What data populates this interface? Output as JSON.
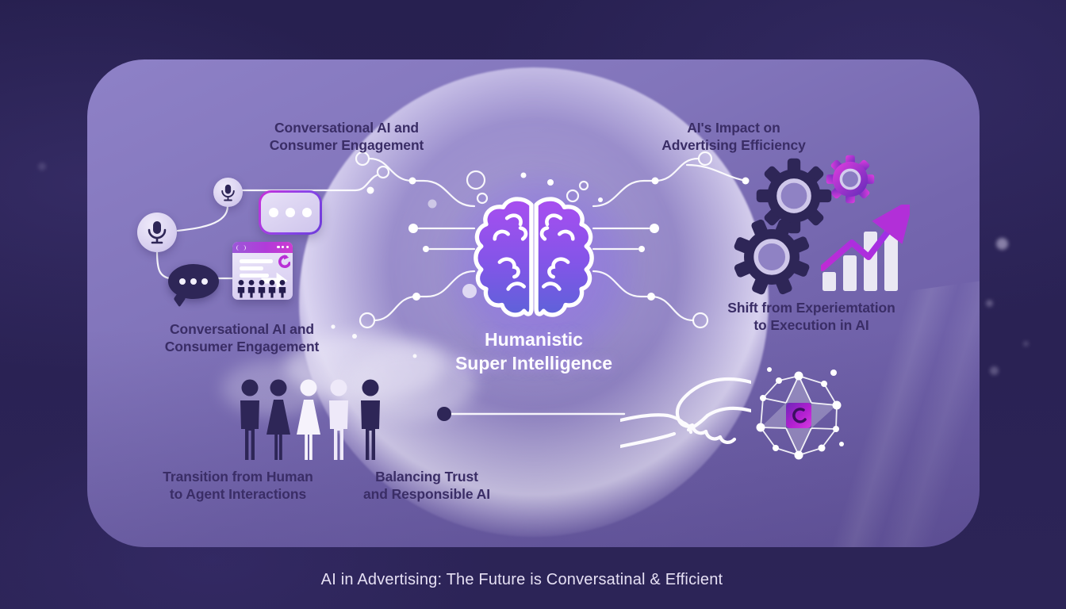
{
  "caption": "AI in Advertising: The Future is Conversatinal & Efficient",
  "center_label": {
    "line1": "Humanistic",
    "line2": "Super Intelligence"
  },
  "labels": {
    "top_left": {
      "line1": "Conversational AI and",
      "line2": "Consumer Engagement"
    },
    "top_right": {
      "line1": "AI's Impact on",
      "line2": "Advertising Efficiency"
    },
    "mid_left": {
      "line1": "Conversational AI and",
      "line2": "Consumer Engagement"
    },
    "mid_right": {
      "line1": "Shift from Experiemtation",
      "line2": "to Execution in AI"
    },
    "bottom_left": {
      "line1": "Transition from Human",
      "line2": "to Agent Interactions"
    },
    "bottom_mid": {
      "line1": "Balancing Trust",
      "line2": "and Responsible AI"
    }
  },
  "icons": {
    "microphone_large": "microphone-icon",
    "microphone_small": "microphone-icon",
    "chat_bubble_light": "chat-dots-bubble-icon",
    "chat_bubble_dark": "chat-dots-bubble-icon",
    "browser_window": "browser-audience-card-icon",
    "brain": "brain-icon",
    "gear_large": "gear-icon",
    "gear_medium": "gear-icon",
    "gear_small": "gear-icon",
    "bar_chart": "growth-bar-chart-icon",
    "people_group": "people-silhouettes-icon",
    "handshake": "handshake-icon",
    "network": "network-polyhedron-icon",
    "circuit": "circuit-lines"
  },
  "colors": {
    "background": "#2a2254",
    "panel_top": "#8e81c7",
    "panel_bottom": "#66579f",
    "orb_glow": "#eae5fa",
    "label_text": "#3a2d66",
    "title_text": "#fdfcff",
    "caption_text": "#e6e0f4",
    "accent_magenta": "#c92fd8",
    "accent_purple": "#7c3aed",
    "dark_glyph": "#2e2657",
    "brain_gradient_top": "#a84ef0",
    "brain_gradient_bottom": "#5e62d9"
  }
}
